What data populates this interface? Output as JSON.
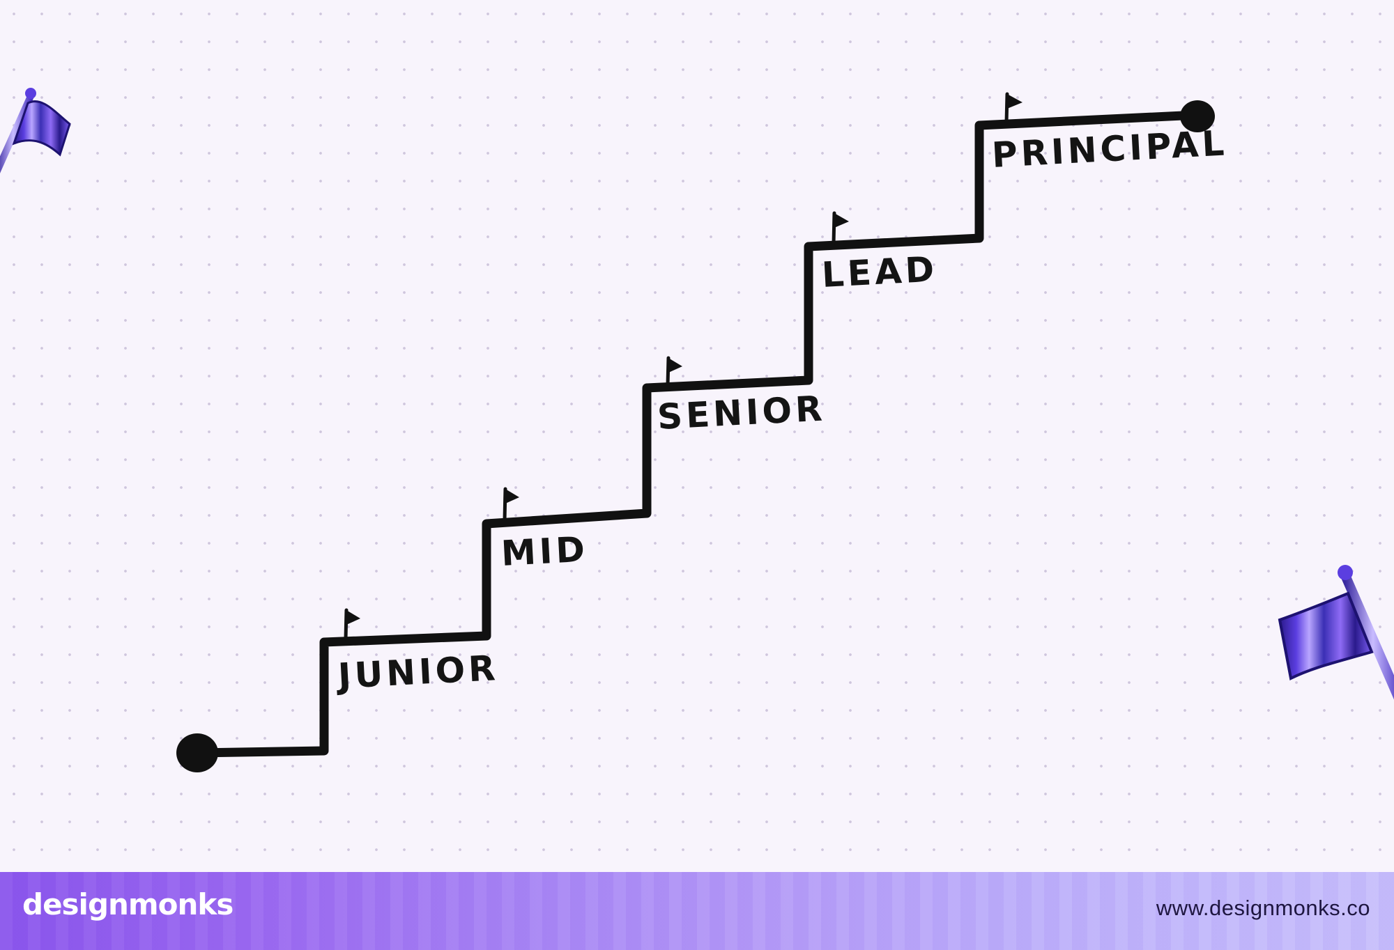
{
  "diagram": {
    "stages": [
      {
        "label": "JUNIOR"
      },
      {
        "label": "MID"
      },
      {
        "label": "SENIOR"
      },
      {
        "label": "LEAD"
      },
      {
        "label": "PRINCIPAL"
      }
    ],
    "line_color": "#111111",
    "flag_colors": [
      "#2a1a8c",
      "#5b3ee0",
      "#8e6bf5",
      "#3b2fb5",
      "#b9a6ff"
    ]
  },
  "footer": {
    "brand": "designmonks",
    "website": "www.designmonks.co"
  }
}
